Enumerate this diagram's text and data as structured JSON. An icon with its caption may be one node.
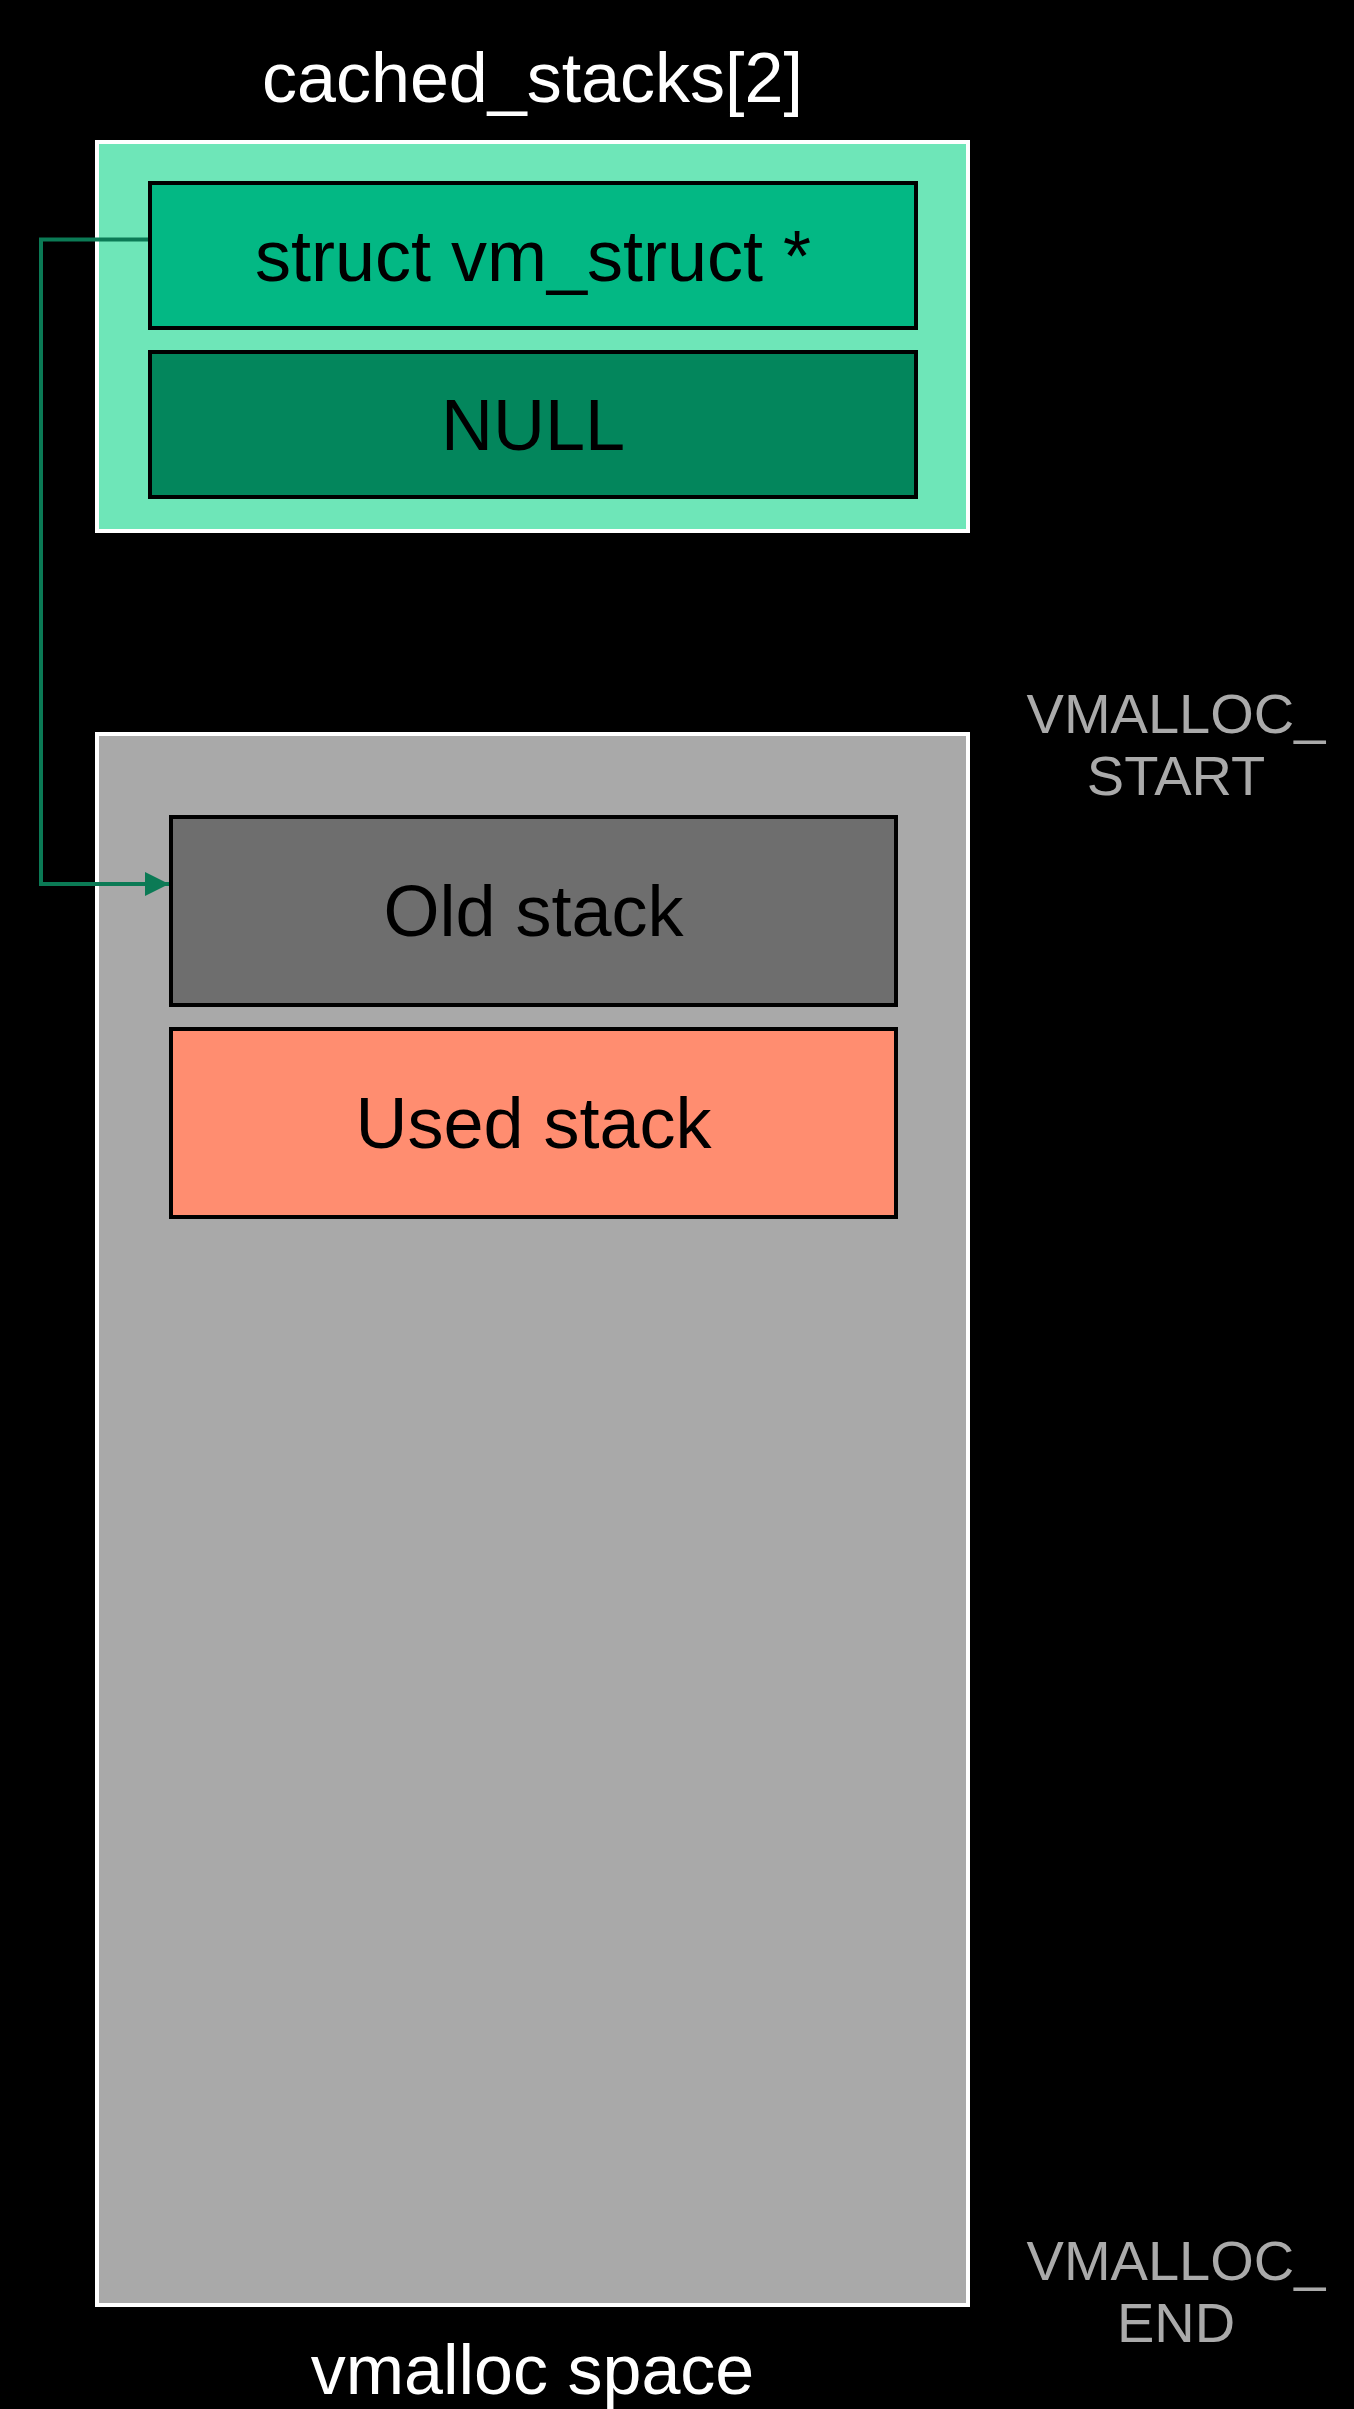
{
  "diagram": {
    "nodes": [
      {
        "text": [
          "cached_stacks[2]"
        ]
      },
      {
        "text": [
          "struct vm_struct *"
        ],
        "in": 0
      },
      {
        "text": [
          "NULL"
        ],
        "in": 0
      },
      {
        "text": [
          "vmalloc space"
        ]
      },
      {
        "text": [
          "Old stack"
        ],
        "in": 3
      },
      {
        "text": [
          "Used stack"
        ],
        "in": 3
      }
    ],
    "edges": [
      {
        "from": 1,
        "to": 4,
        "arrow": "to",
        "color": "#0b7a55"
      }
    ],
    "labels": [
      "VMALLOC_ START",
      "VMALLOC_ END"
    ]
  }
}
